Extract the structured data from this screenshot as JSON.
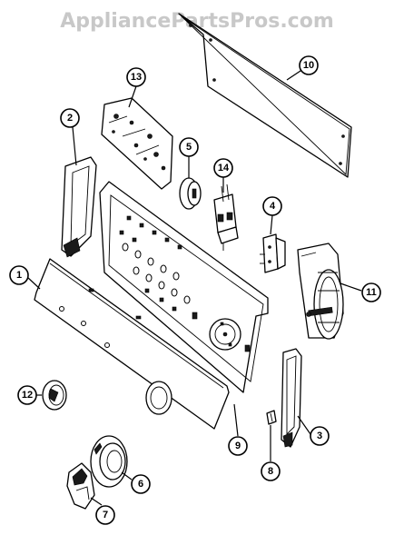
{
  "watermark": "AppliancePartsPros.com",
  "callouts": [
    {
      "id": "callout-1",
      "label": "1"
    },
    {
      "id": "callout-2",
      "label": "2"
    },
    {
      "id": "callout-3",
      "label": "3"
    },
    {
      "id": "callout-4",
      "label": "4"
    },
    {
      "id": "callout-5",
      "label": "5"
    },
    {
      "id": "callout-6",
      "label": "6"
    },
    {
      "id": "callout-7",
      "label": "7"
    },
    {
      "id": "callout-8",
      "label": "8"
    },
    {
      "id": "callout-9",
      "label": "9"
    },
    {
      "id": "callout-10",
      "label": "10"
    },
    {
      "id": "callout-11",
      "label": "11"
    },
    {
      "id": "callout-12",
      "label": "12"
    },
    {
      "id": "callout-13",
      "label": "13"
    },
    {
      "id": "callout-14",
      "label": "14"
    }
  ]
}
